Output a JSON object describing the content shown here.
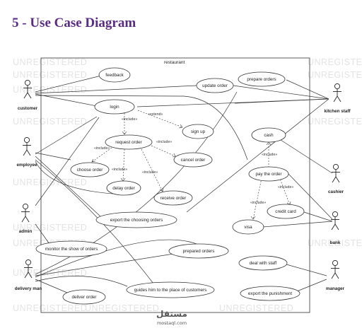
{
  "heading": "5 - Use Case Diagram",
  "system_label": "restaurant",
  "watermark_text": "UNREGISTERED",
  "actors": {
    "customer": "customer",
    "employee": "employee",
    "admin": "admin",
    "delivery_man": "delivery man",
    "kitchen_staff": "kitchen staff",
    "cashier": "cashier",
    "bank": "bank",
    "manager": "manager"
  },
  "use_cases": {
    "feedback": "feedback",
    "update_order": "update order",
    "prepare_orders": "prepare orders",
    "login": "login",
    "sign_up": "sign up",
    "request_order": "request order",
    "cancel_order": "cancel order",
    "choose_order": "choose order",
    "delay_order": "delay order",
    "receive_order": "receive order",
    "cash": "cash",
    "pay_the_order": "pay the order",
    "credit_card": "credit card",
    "visa": "visa",
    "export_choosing_orders": "export the choosing orders",
    "monitor_show_orders": "monitor the show of orders",
    "prepared_orders": "prepared orders",
    "deal_with_staff": "deal with staff",
    "guides_him": "guides him to the place of customers",
    "deliver_order": "deliver order",
    "export_punishment": "export the punishment"
  },
  "relations": {
    "extend": "«extend»",
    "include": "«include»"
  },
  "logo": {
    "arabic": "مستقل",
    "latin": "mostaql.com"
  }
}
